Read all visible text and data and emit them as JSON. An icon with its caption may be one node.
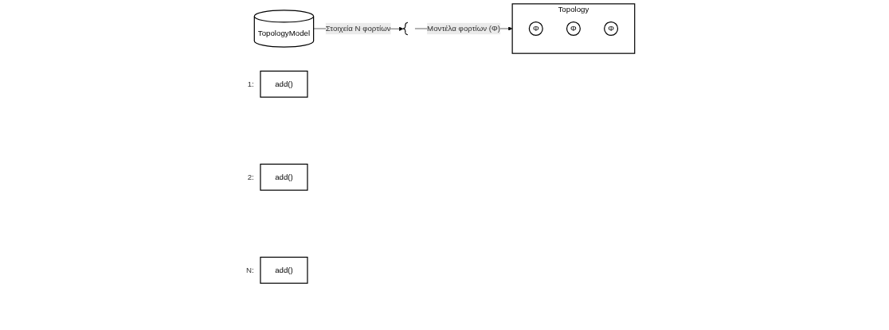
{
  "diagram": {
    "nodes": [
      {
        "text": [
          "TopologyModel"
        ]
      },
      {
        "text": [],
        "shape": "brace"
      },
      {
        "text": [
          "add()"
        ],
        "beside": [
          "1:"
        ]
      },
      {
        "text": [
          "add()"
        ],
        "beside": [
          "2:"
        ]
      },
      {
        "text": [
          "add()"
        ],
        "beside": [
          "N:"
        ]
      },
      {
        "text": [
          "Topology"
        ]
      },
      {
        "text": [
          "Φ"
        ],
        "in": 5
      },
      {
        "text": [
          "Φ"
        ],
        "in": 5
      },
      {
        "text": [
          "Φ"
        ],
        "in": 5
      }
    ],
    "edges": [
      {
        "from": 0,
        "to": 1,
        "arrow": "to",
        "label": "Στοιχεία Ν φορτίων"
      },
      {
        "from": 1,
        "to": 5,
        "arrow": "to",
        "label": "Μοντέλα φορτίων (Φ)"
      }
    ]
  }
}
